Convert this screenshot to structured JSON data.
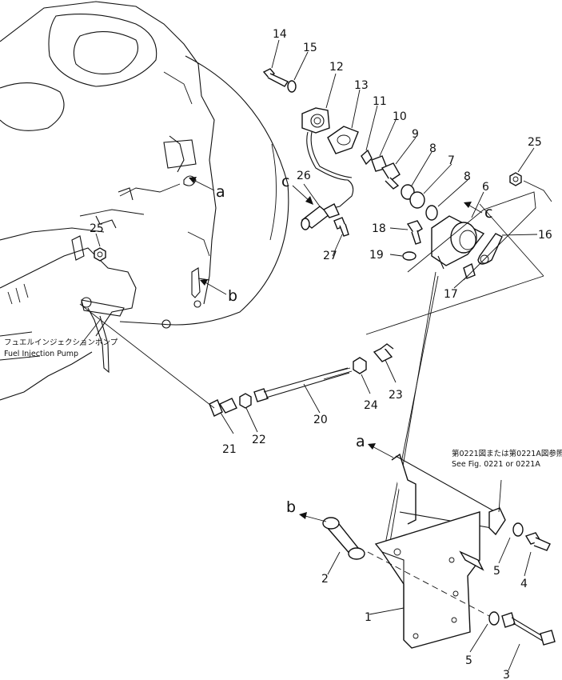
{
  "callouts": [
    "1",
    "2",
    "3",
    "4",
    "5",
    "5",
    "6",
    "7",
    "8",
    "8",
    "9",
    "10",
    "11",
    "12",
    "13",
    "14",
    "15",
    "16",
    "17",
    "18",
    "19",
    "20",
    "21",
    "22",
    "23",
    "24",
    "25",
    "25",
    "26",
    "27"
  ],
  "refs": {
    "a": "a",
    "a2": "a",
    "b": "b",
    "b2": "b",
    "c": "c",
    "c2": "c"
  },
  "pump_label": {
    "jp": "フュエルインジェクションポンプ",
    "en": "Fuel Injection Pump"
  },
  "see_fig": {
    "jp": "第0221図または第0221A図参照",
    "en": "See Fig. 0221 or 0221A"
  }
}
